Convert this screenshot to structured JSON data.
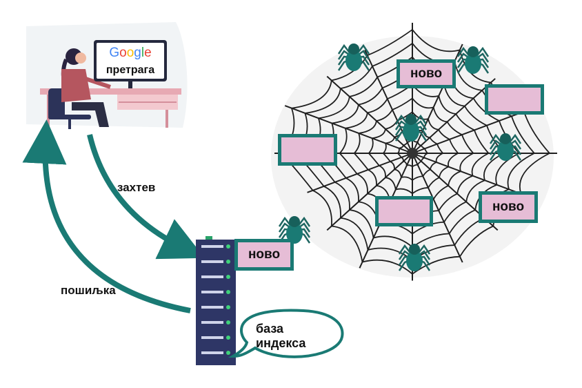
{
  "monitor": {
    "brand": "Google",
    "label": "претрага"
  },
  "arrows": {
    "request_label": "захтев",
    "response_label": "пошиљка"
  },
  "bubble": {
    "line1": "база",
    "line2": "индекса"
  },
  "pages": {
    "top": "ново",
    "right": "ново",
    "server_side": "ново",
    "blank_1": "",
    "blank_2": "",
    "blank_3": ""
  },
  "colors": {
    "teal": "#1a7a74",
    "pink": "#e6bdd6",
    "navy": "#2e3666",
    "led": "#3fd17a",
    "web": "#1f1f1f"
  },
  "icons": [
    "person-at-desk-icon",
    "server-rack-icon",
    "spider-icon",
    "spider-web-icon",
    "speech-bubble-icon"
  ]
}
